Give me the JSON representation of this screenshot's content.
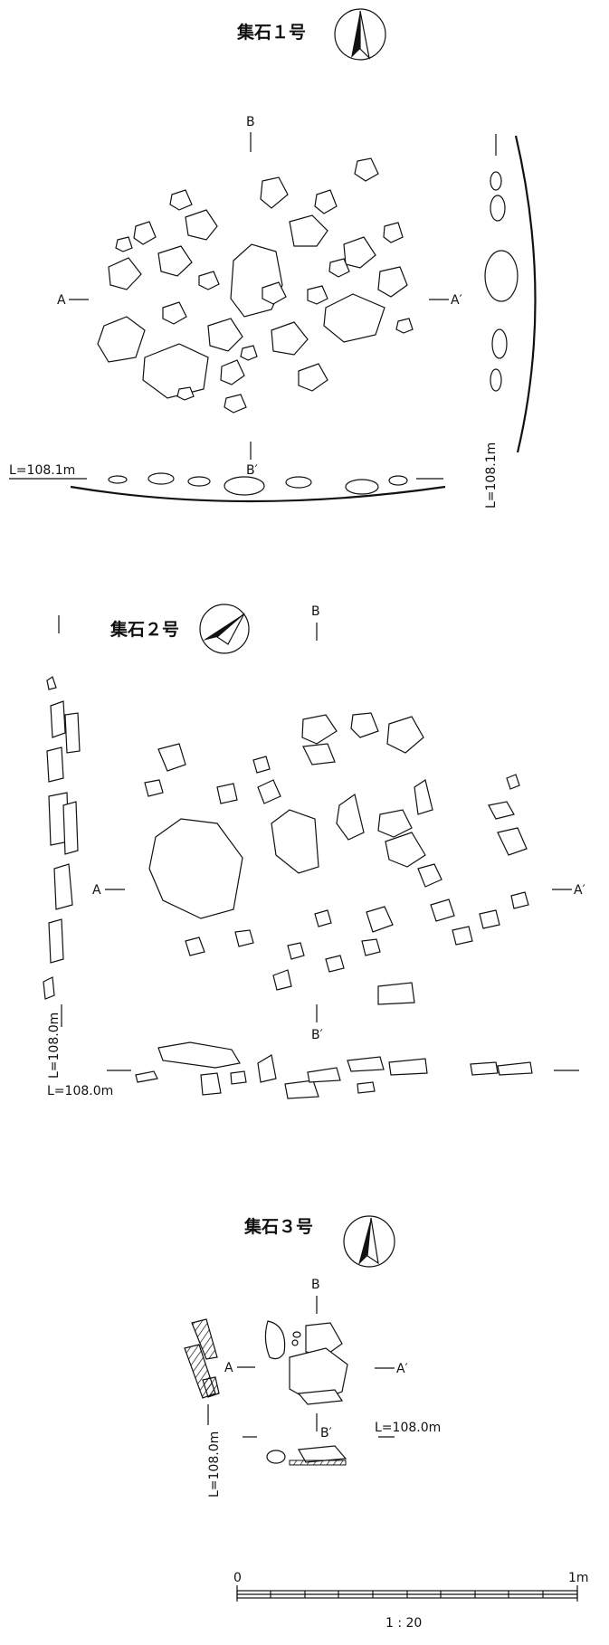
{
  "features": [
    {
      "title": "集石１号",
      "labels": {
        "A": "A",
        "A_prime": "A′",
        "B": "B",
        "B_prime": "B′"
      },
      "elevation_section_b": "L=108.1m",
      "elevation_section_a": "L=108.1m"
    },
    {
      "title": "集石２号",
      "labels": {
        "A": "A",
        "A_prime": "A′",
        "B": "B",
        "B_prime": "B′"
      },
      "elevation_section_b": "L=108.0m",
      "elevation_section_a": "L=108.0m"
    },
    {
      "title": "集石３号",
      "labels": {
        "A": "A",
        "A_prime": "A′",
        "B": "B",
        "B_prime": "B′"
      },
      "elevation_section_b": "L=108.0m",
      "elevation_section_a": "L=108.0m"
    }
  ],
  "scale_bar": {
    "start": "0",
    "end": "1m",
    "ratio": "1 : 20"
  }
}
